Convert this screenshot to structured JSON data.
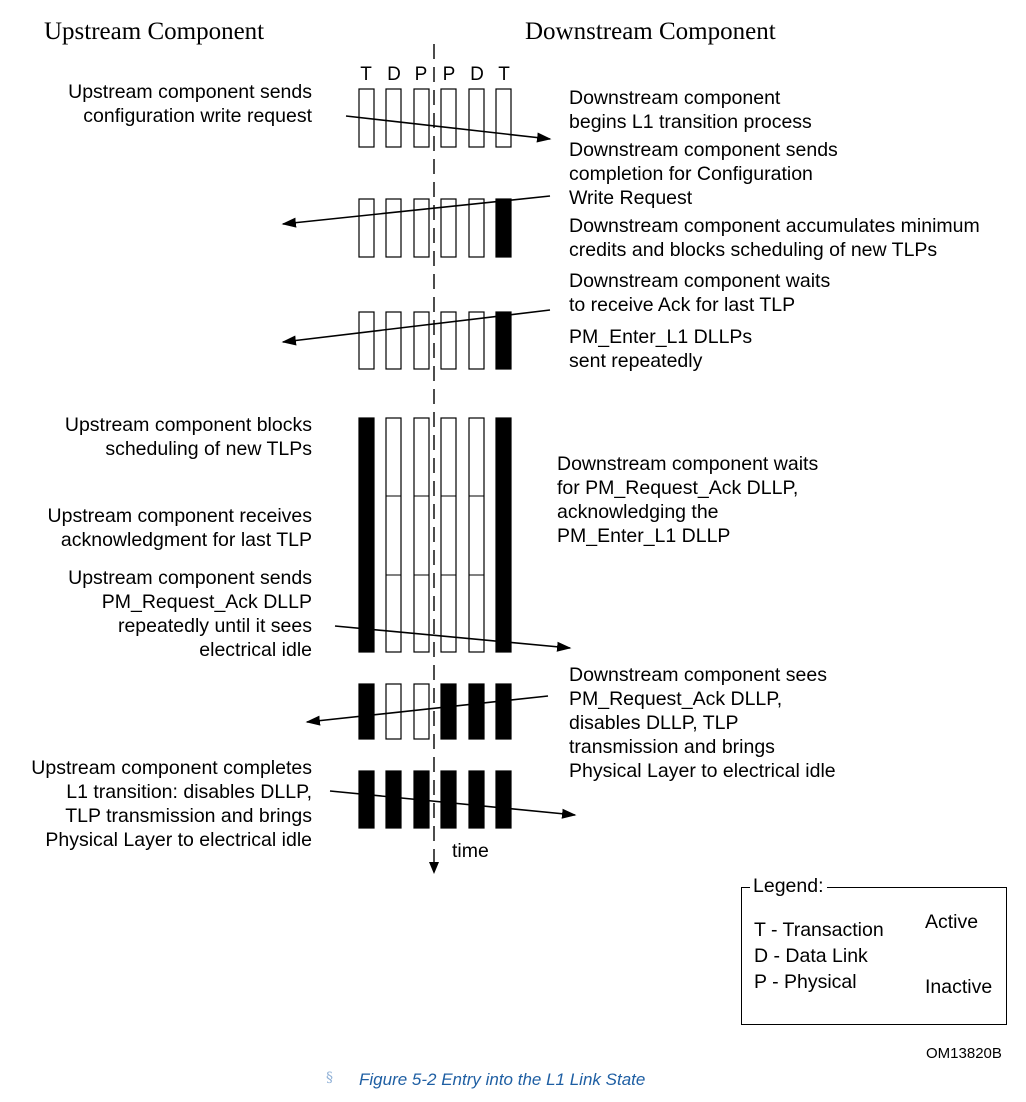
{
  "headers": {
    "upstream": "Upstream Component",
    "downstream": "Downstream Component"
  },
  "layers": [
    "T",
    "D",
    "P",
    "P",
    "D",
    "T"
  ],
  "time_label": "time",
  "stages": [
    {
      "states": [
        "active",
        "active",
        "active",
        "active",
        "active",
        "active"
      ]
    },
    {
      "states": [
        "active",
        "active",
        "active",
        "active",
        "active",
        "inactive"
      ]
    },
    {
      "states": [
        "active",
        "active",
        "active",
        "active",
        "active",
        "inactive"
      ]
    },
    {
      "states": [
        "inactive",
        "active",
        "active",
        "active",
        "active",
        "inactive"
      ]
    },
    {
      "states": [
        "inactive",
        "active",
        "active",
        "inactive",
        "inactive",
        "inactive"
      ]
    },
    {
      "states": [
        "inactive",
        "inactive",
        "inactive",
        "inactive",
        "inactive",
        "inactive"
      ]
    }
  ],
  "upstream_notes": [
    "Upstream component sends\nconfiguration write request",
    "Upstream component blocks\nscheduling of new TLPs",
    "Upstream component receives\nacknowledgment for last TLP",
    "Upstream component sends\nPM_Request_Ack DLLP\nrepeatedly until it sees\nelectrical idle",
    "Upstream component completes\nL1 transition: disables DLLP,\nTLP transmission and brings\nPhysical Layer to electrical idle"
  ],
  "downstream_notes": [
    "Downstream component\nbegins L1 transition process",
    "Downstream component sends\ncompletion for Configuration\nWrite Request",
    "Downstream component accumulates minimum\ncredits and blocks scheduling of new TLPs",
    "Downstream component waits\nto receive Ack for last TLP",
    "PM_Enter_L1 DLLPs\nsent repeatedly",
    "Downstream component waits\nfor PM_Request_Ack DLLP,\nacknowledging the\nPM_Enter_L1 DLLP",
    "Downstream component sees\nPM_Request_Ack DLLP,\ndisables DLLP, TLP\ntransmission and brings\nPhysical Layer to electrical idle"
  ],
  "legend": {
    "title": "Legend:",
    "entries": "T - Transaction\nD - Data Link\nP - Physical",
    "active": "Active",
    "inactive": "Inactive"
  },
  "figure_code": "OM13820B",
  "caption": {
    "mark": "§",
    "text": "Figure 5-2 Entry into the L1 Link State"
  },
  "colors": {
    "ink": "#000000",
    "caption": "#1f5fa3",
    "section_mark": "#8fb0d6"
  }
}
